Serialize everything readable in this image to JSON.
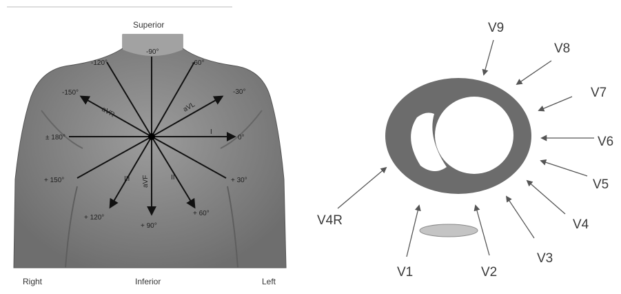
{
  "torso": {
    "top_label": "Superior",
    "bottom_label": "Inferior",
    "right_label": "Right",
    "left_label": "Left",
    "axes": [
      {
        "id": "minus90",
        "text": "-90°"
      },
      {
        "id": "minus120",
        "text": "-120°"
      },
      {
        "id": "minus60",
        "text": "-60°"
      },
      {
        "id": "minus150",
        "text": "-150°"
      },
      {
        "id": "minus30",
        "text": "-30°"
      },
      {
        "id": "plus180",
        "text": "± 180°"
      },
      {
        "id": "zero",
        "text": "0°"
      },
      {
        "id": "plus150",
        "text": "+ 150°"
      },
      {
        "id": "plus30",
        "text": "+ 30°"
      },
      {
        "id": "plus120",
        "text": "+ 120°"
      },
      {
        "id": "plus60",
        "text": "+ 60°"
      },
      {
        "id": "plus90",
        "text": "+ 90°"
      }
    ],
    "lead_labels": [
      {
        "id": "avr",
        "text": "aVR"
      },
      {
        "id": "avl",
        "text": "aVL"
      },
      {
        "id": "i",
        "text": "I"
      },
      {
        "id": "iii",
        "text": "III"
      },
      {
        "id": "avf",
        "text": "aVF"
      },
      {
        "id": "ii",
        "text": "II"
      }
    ]
  },
  "heart": {
    "leads": [
      "V9",
      "V8",
      "V7",
      "V6",
      "V5",
      "V4",
      "V3",
      "V2",
      "V1",
      "V4R"
    ],
    "colors": {
      "ring": "#6c6c6c",
      "arrow": "#555555",
      "ellipse": "#c4c4c4"
    }
  }
}
